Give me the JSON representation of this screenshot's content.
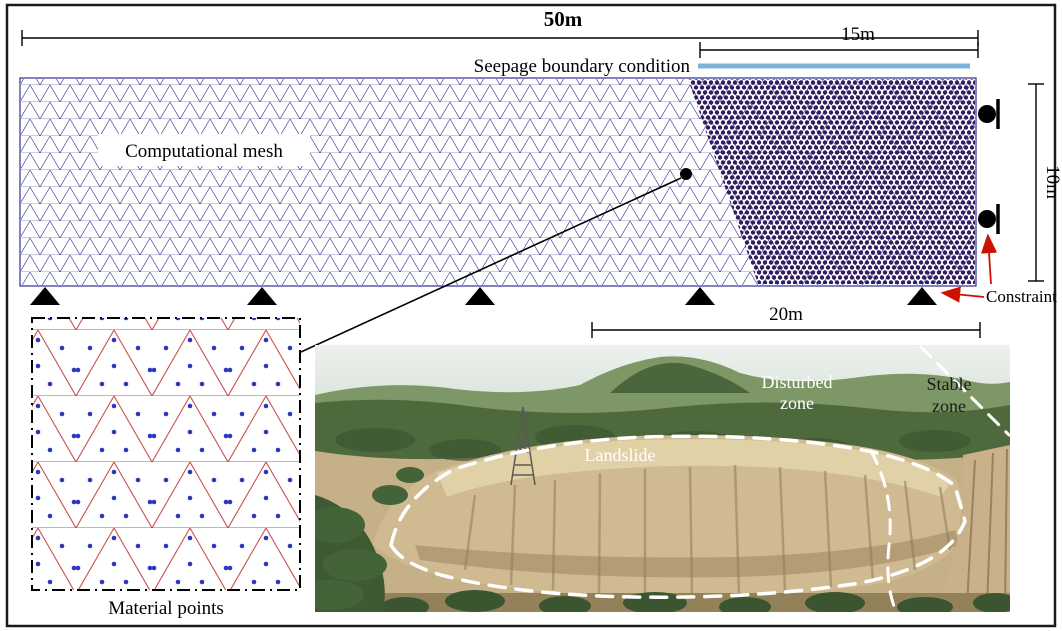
{
  "dimensions": {
    "top_total": "50m",
    "top_right": "15m",
    "right_height": "10m",
    "bottom_right": "20m"
  },
  "labels": {
    "seepage": "Seepage boundary condition",
    "computational_mesh": "Computational mesh",
    "constraint": "Constraint",
    "material_points": "Material points"
  },
  "photo": {
    "disturbed_zone": [
      "Disturbed",
      "zone"
    ],
    "stable_zone": [
      "Stable",
      "zone"
    ],
    "landslide": "Landslide"
  },
  "colors": {
    "mesh_line": "#2e2e8f",
    "material_points_fill": "#311d5e",
    "seepage_line": "#7fb2d9",
    "inset_mesh_line": "#c94f4f",
    "inset_point": "#2a35c0",
    "annotation_red": "#cc1100",
    "border": "#1a1a1a"
  }
}
